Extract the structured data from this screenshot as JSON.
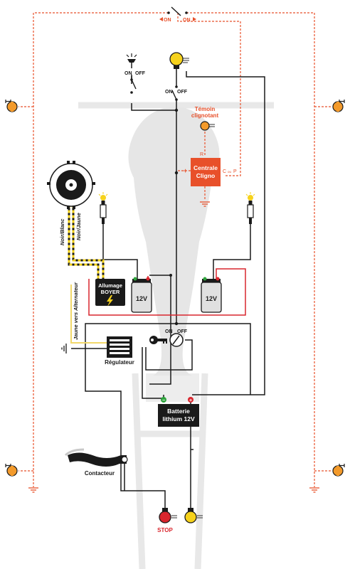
{
  "colors": {
    "wire": "#1a1a1a",
    "signal": "#e8502a",
    "positive": "#d9262e",
    "ignition_wire": "#f2d21b",
    "alternator_wire": "#f2d86a",
    "silhouette": "#e6e6e6",
    "coil_body": "#e0e0e0",
    "indicator_lamp": "#f39a2b",
    "headlamp": "#f6d21c",
    "stop_lamp": "#d9262e",
    "central_unit": "#e8502a",
    "battery_positive": "#d9262e",
    "battery_negative": "#2ea33c"
  },
  "switches": {
    "indicator": {
      "left": "ON",
      "right": "ON"
    },
    "headlight": {
      "on": "ON",
      "off": "OFF"
    },
    "main": {
      "on": "ON",
      "off": "OFF"
    },
    "ignition": {
      "on": "ON",
      "off": "OFF"
    }
  },
  "indicator_relay": {
    "pilot_label_line1": "Témoin",
    "pilot_label_line2": "clignotant",
    "unit_line1": "Centrale",
    "unit_line2": "Cligno",
    "pin_r": "R",
    "pin_plus": "+",
    "pin_c": "C",
    "pin_ou": "ou",
    "pin_p": "P"
  },
  "ignition_unit": {
    "line1": "Allumage",
    "line2": "BOYER",
    "bolt_icon": "lightning-bolt"
  },
  "coils": {
    "left": "12V",
    "right": "12V"
  },
  "wire_labels": {
    "black_white": "Noir/Blanc",
    "black_yellow": "Noir/Jaune",
    "yellow_alternator": "Jaune vers Alternateur"
  },
  "regulator": {
    "label": "Régulateur"
  },
  "battery": {
    "line1": "Batterie",
    "line2": "lithium 12V",
    "plus": "+",
    "minus": "−"
  },
  "brake_switch": {
    "label": "Contacteur"
  },
  "stop_lamp": {
    "label": "STOP"
  },
  "icons": {
    "indicator_lamp": "indicator-lamp-icon",
    "headlamp": "headlamp-icon",
    "spark_plug": "spark-plug-icon",
    "key": "key-icon",
    "ground": "ground-icon"
  }
}
